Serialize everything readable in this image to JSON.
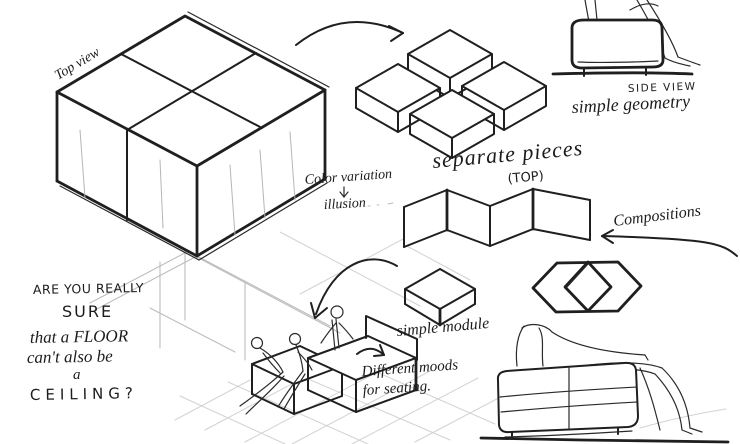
{
  "page": {
    "background": "#ffffff",
    "ink_color": "#1f1f1f",
    "pencil_color": "#bdbdbd"
  },
  "annotations": {
    "top_view": "Top view",
    "separate_pieces": "separate pieces",
    "separate_pieces_view": "(TOP)",
    "color_variation": "Color variation",
    "illusion": "illusion",
    "compositions": "Compositions",
    "simple_module": "simple module",
    "side_view": "SIDE VIEW",
    "simple_geometry": "simple geometry",
    "different_moods_line1": "Different moods",
    "different_moods_line2": "for seating.",
    "question": {
      "line1": "ARE YOU REALLY",
      "line2": "SURE",
      "line3": "that a FLOOR",
      "line4": "can't also be",
      "line5": "a",
      "line6": "CEILING?"
    }
  }
}
